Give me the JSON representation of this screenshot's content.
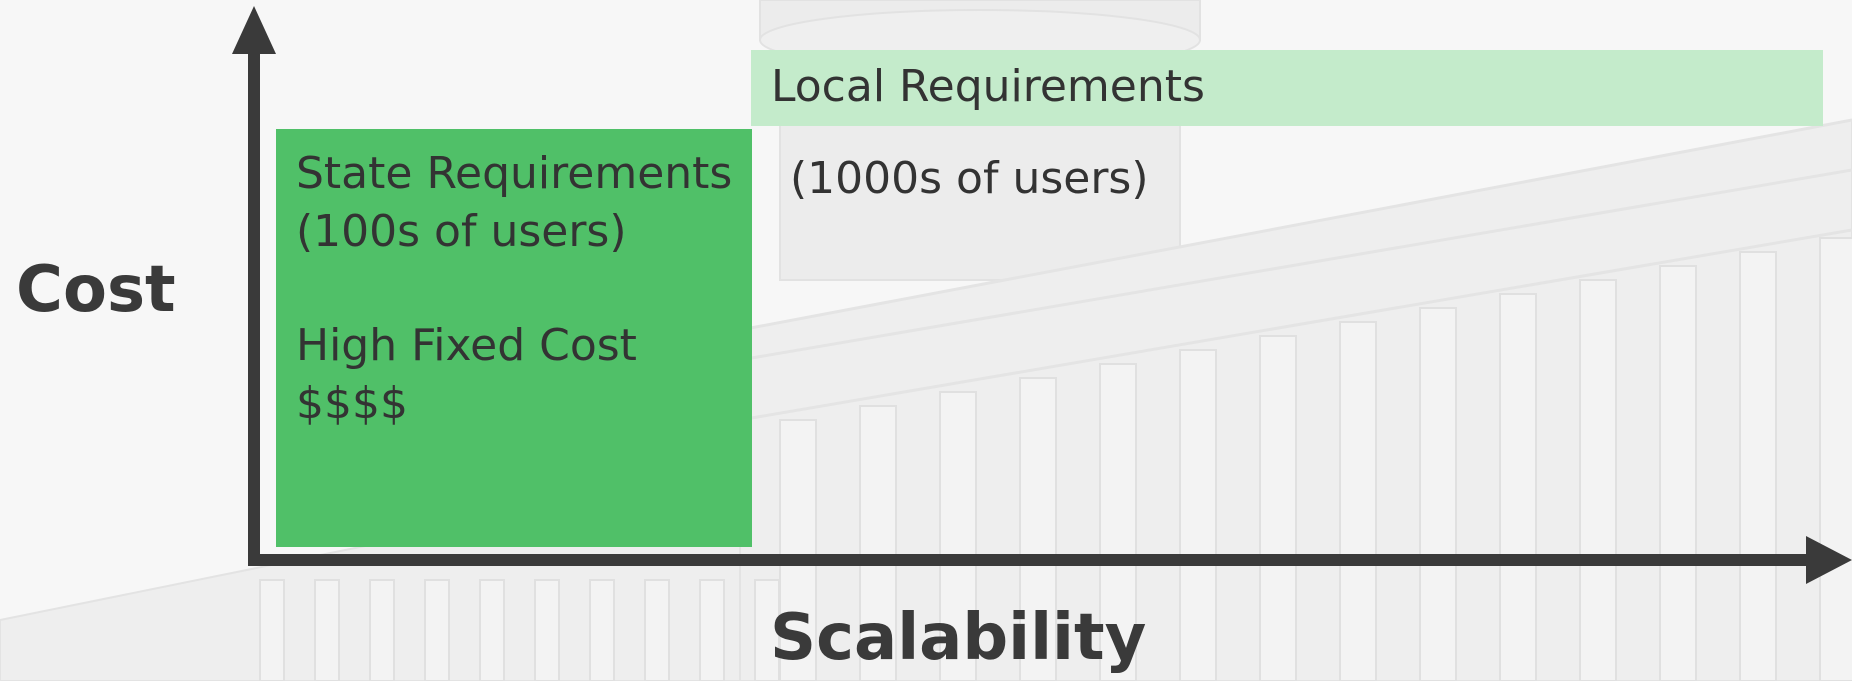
{
  "axes": {
    "y_label": "Cost",
    "x_label": "Scalability"
  },
  "state_block": {
    "title": "State Requirements",
    "users": "(100s of users)",
    "cost_line": "High Fixed Cost",
    "cost_symbol": "$$$$",
    "color": "#50c068"
  },
  "local_block": {
    "title": "Local Requirements",
    "users": "(1000s of users)",
    "color": "#c4ebcb"
  },
  "axis_color": "#3a3a3a"
}
